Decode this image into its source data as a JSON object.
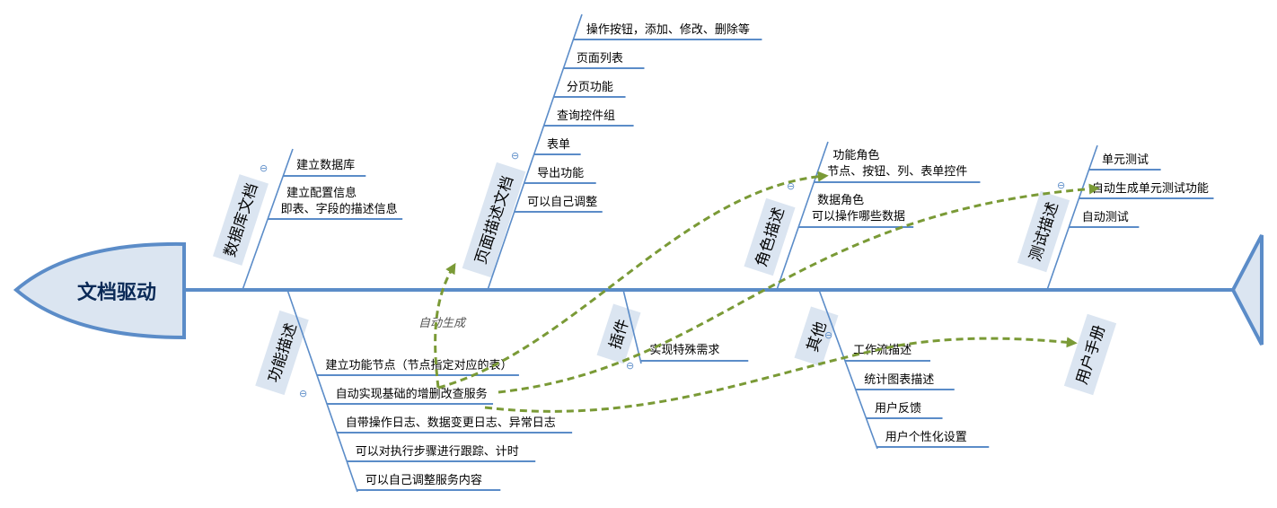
{
  "head": {
    "title": "文档驱动"
  },
  "categories": [
    {
      "key": "db",
      "label": "数据库文档",
      "items": [
        {
          "lines": [
            "建立数据库"
          ]
        },
        {
          "lines": [
            "建立配置信息",
            "即表、字段的描述信息"
          ]
        }
      ]
    },
    {
      "key": "page",
      "label": "页面描述文档",
      "items": [
        {
          "lines": [
            "操作按钮，添加、修改、删除等"
          ]
        },
        {
          "lines": [
            "页面列表"
          ]
        },
        {
          "lines": [
            "分页功能"
          ]
        },
        {
          "lines": [
            "查询控件组"
          ]
        },
        {
          "lines": [
            "表单"
          ]
        },
        {
          "lines": [
            "导出功能"
          ]
        },
        {
          "lines": [
            "可以自己调整"
          ]
        }
      ]
    },
    {
      "key": "role",
      "label": "角色描述",
      "items": [
        {
          "lines": [
            "功能角色",
            "节点、按钮、列、表单控件"
          ]
        },
        {
          "lines": [
            "数据角色",
            "可以操作哪些数据"
          ]
        }
      ]
    },
    {
      "key": "test",
      "label": "测试描述",
      "items": [
        {
          "lines": [
            "单元测试"
          ]
        },
        {
          "lines": [
            "自动生成单元测试功能"
          ]
        },
        {
          "lines": [
            "自动测试"
          ]
        }
      ]
    },
    {
      "key": "func",
      "label": "功能描述",
      "items": [
        {
          "lines": [
            "建立功能节点（节点指定对应的表）"
          ]
        },
        {
          "lines": [
            "自动实现基础的增删改查服务"
          ]
        },
        {
          "lines": [
            "自带操作日志、数据变更日志、异常日志"
          ]
        },
        {
          "lines": [
            "可以对执行步骤进行跟踪、计时"
          ]
        },
        {
          "lines": [
            "可以自己调整服务内容"
          ]
        }
      ]
    },
    {
      "key": "plugin",
      "label": "插件",
      "items": [
        {
          "lines": [
            "实现特殊需求"
          ]
        }
      ]
    },
    {
      "key": "other",
      "label": "其他",
      "items": [
        {
          "lines": [
            "工作流描述"
          ]
        },
        {
          "lines": [
            "统计图表描述"
          ]
        },
        {
          "lines": [
            "用户反馈"
          ]
        },
        {
          "lines": [
            "用户个性化设置"
          ]
        }
      ]
    },
    {
      "key": "manual",
      "label": "用户手册",
      "items": []
    }
  ],
  "annotations": {
    "auto_generate": "自动生成"
  },
  "collapse_symbol": "⊖",
  "colors": {
    "bone": "#5b8cc8",
    "head_fill": "#dbe5f1",
    "box_fill": "#dbe5f1",
    "arrow": "#7a9a36",
    "text": "#000000"
  }
}
